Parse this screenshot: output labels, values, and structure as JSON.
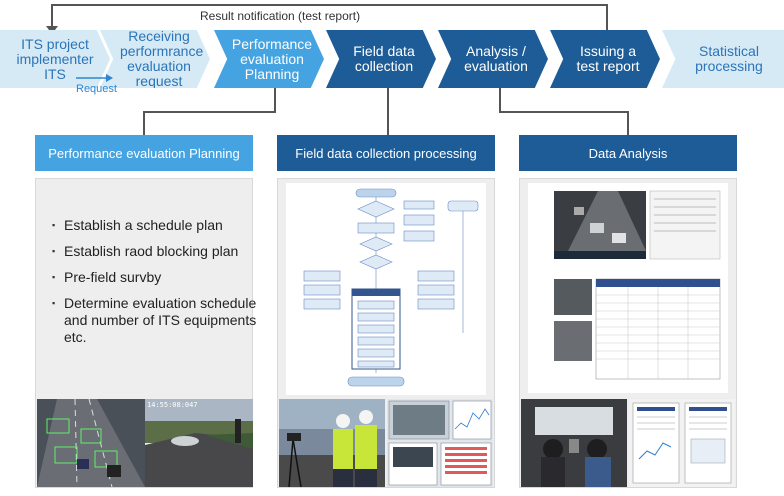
{
  "feedback": {
    "label": "Result notification (test report)"
  },
  "process": [
    {
      "id": "implementer",
      "label": "ITS project implementer ITS",
      "style": "pale"
    },
    {
      "id": "receiving",
      "label": "Receiving performrance evaluation request",
      "style": "pale"
    },
    {
      "id": "planning",
      "label": "Performance evaluation Planning",
      "style": "light"
    },
    {
      "id": "field",
      "label": "Field data collection",
      "style": "dark"
    },
    {
      "id": "analysis",
      "label": "Analysis / evaluation",
      "style": "dark"
    },
    {
      "id": "issuing",
      "label": "Issuing a test report",
      "style": "dark"
    },
    {
      "id": "statistical",
      "label": "Statistical processing",
      "style": "pale"
    }
  ],
  "request_label": "Request",
  "panels": {
    "planning": {
      "title": "Performance evaluation Planning",
      "bullets": [
        "Establish a schedule plan",
        "Establish raod blocking plan",
        "Pre-field survby",
        "Determine evaluation schedule and number of ITS equipments etc."
      ],
      "photo_timestamp": "14:55:08:047"
    },
    "field": {
      "title": "Field data collection processing"
    },
    "analysis": {
      "title": "Data Analysis"
    }
  },
  "colors": {
    "pale": "#d6eaf6",
    "light": "#44a3e0",
    "dark": "#1d5c96",
    "line": "#555555"
  }
}
